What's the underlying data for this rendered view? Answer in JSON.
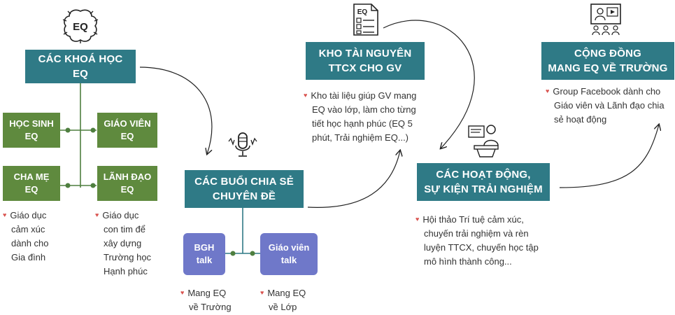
{
  "courses": {
    "title_l1": "CÁC KHOÁ HỌC",
    "title_l2": "EQ",
    "students": [
      "HỌC SINH",
      "EQ"
    ],
    "teachers": [
      "GIÁO VIÊN",
      "EQ"
    ],
    "parents": [
      "CHA MẸ",
      "EQ"
    ],
    "leaders": [
      "LÃNH ĐẠO",
      "EQ"
    ],
    "desc_left": [
      "Giáo dục",
      "cảm xúc",
      "dành cho",
      "Gia đình"
    ],
    "desc_right": [
      "Giáo dục",
      "con tim để",
      "xây dựng",
      "Trường học",
      "Hạnh phúc"
    ],
    "icon_text": "EQ"
  },
  "talks": {
    "title_l1": "CÁC BUỔI CHIA SẺ",
    "title_l2": "CHUYÊN ĐỀ",
    "bgh": [
      "BGH",
      "talk"
    ],
    "gv": [
      "Giáo viên",
      "talk"
    ],
    "desc_bgh": [
      "Mang EQ",
      "về Trường"
    ],
    "desc_gv": [
      "Mang EQ",
      "về Lớp"
    ]
  },
  "resources": {
    "title_l1": "KHO TÀI NGUYÊN",
    "title_l2": "TTCX CHO GV",
    "desc": [
      "Kho tài liệu giúp GV mang",
      "EQ vào lớp, làm cho từng",
      "tiết học hạnh phúc (EQ 5",
      "phút, Trải nghiệm EQ...)"
    ],
    "icon_text": "EQ"
  },
  "activities": {
    "title_l1": "CÁC HOẠT ĐỘNG,",
    "title_l2": "SỰ KIỆN TRẢI NGHIỆM",
    "desc": [
      "Hội thảo Trí tuệ cảm xúc,",
      "chuyến trải nghiệm và rèn",
      "luyện TTCX,  chuyến học tập",
      "mô hình thành công..."
    ]
  },
  "community": {
    "title_l1": "CỘNG ĐỒNG",
    "title_l2": "MANG EQ VỀ TRƯỜNG",
    "desc": [
      "Group Facebook dành cho",
      "Giáo viên và Lãnh đạo chia",
      "sẻ hoạt động"
    ]
  },
  "colors": {
    "teal": "#2f7a86",
    "green": "#5f8a3e",
    "purple": "#6f78c9",
    "bullet": "#d9534f",
    "connector": "#4f7f3f"
  },
  "icons": [
    "brain-icon",
    "microphone-icon",
    "checklist-icon",
    "presenter-icon",
    "video-conference-icon",
    "heart-bullet-icon"
  ]
}
